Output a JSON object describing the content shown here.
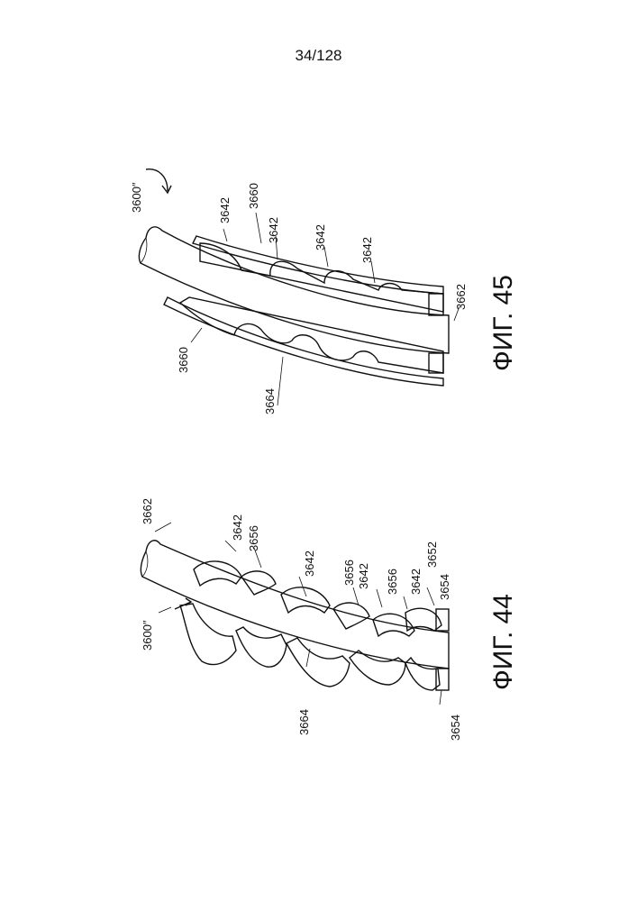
{
  "page": {
    "number": "34/128",
    "colors": {
      "ink": "#111111",
      "paper": "#ffffff"
    }
  },
  "figure44": {
    "caption": "ФИГ. 44",
    "labels": {
      "assembly": "3600″",
      "shaft": "3662",
      "tip_top": "3642",
      "a1": "3656",
      "tip2": "3642",
      "a2": "3656",
      "tip3": "3642",
      "a3": "3656",
      "tip4": "3642",
      "end_top": "3652",
      "end_mid": "3654",
      "core": "3664",
      "end_bottom": "3654"
    }
  },
  "figure45": {
    "caption": "ФИГ. 45",
    "labels": {
      "assembly": "3600″",
      "sheath_top": "3660",
      "tip1": "3642",
      "tip2": "3642",
      "tip3": "3642",
      "tip4": "3642",
      "shaft": "3662",
      "sheath_bottom": "3660",
      "core": "3664"
    }
  }
}
